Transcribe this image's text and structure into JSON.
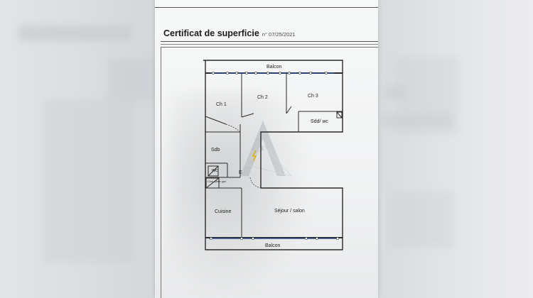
{
  "document": {
    "title": "Certificat de superficie",
    "number": "n° 07/25/2021"
  },
  "plan": {
    "rooms": {
      "balcon_top": "Balcon",
      "ch1": "Ch 1",
      "ch2": "Ch 2",
      "ch3": "Ch 3",
      "sdd_wc": "Sdd/ wc",
      "sdb": "Sdb",
      "wc": "wc",
      "entree": "E",
      "chaudiere": "Chaudière gaz",
      "cuisine": "Cuisine",
      "sejour": "Séjour / salon",
      "balcon_bottom": "Balcon"
    }
  },
  "watermark": {
    "letter": "A"
  },
  "colors": {
    "wall": "#2a2a2a",
    "window": "#2d4a8a",
    "paper": "#f3f4f4",
    "background": "#e6e8ea"
  }
}
